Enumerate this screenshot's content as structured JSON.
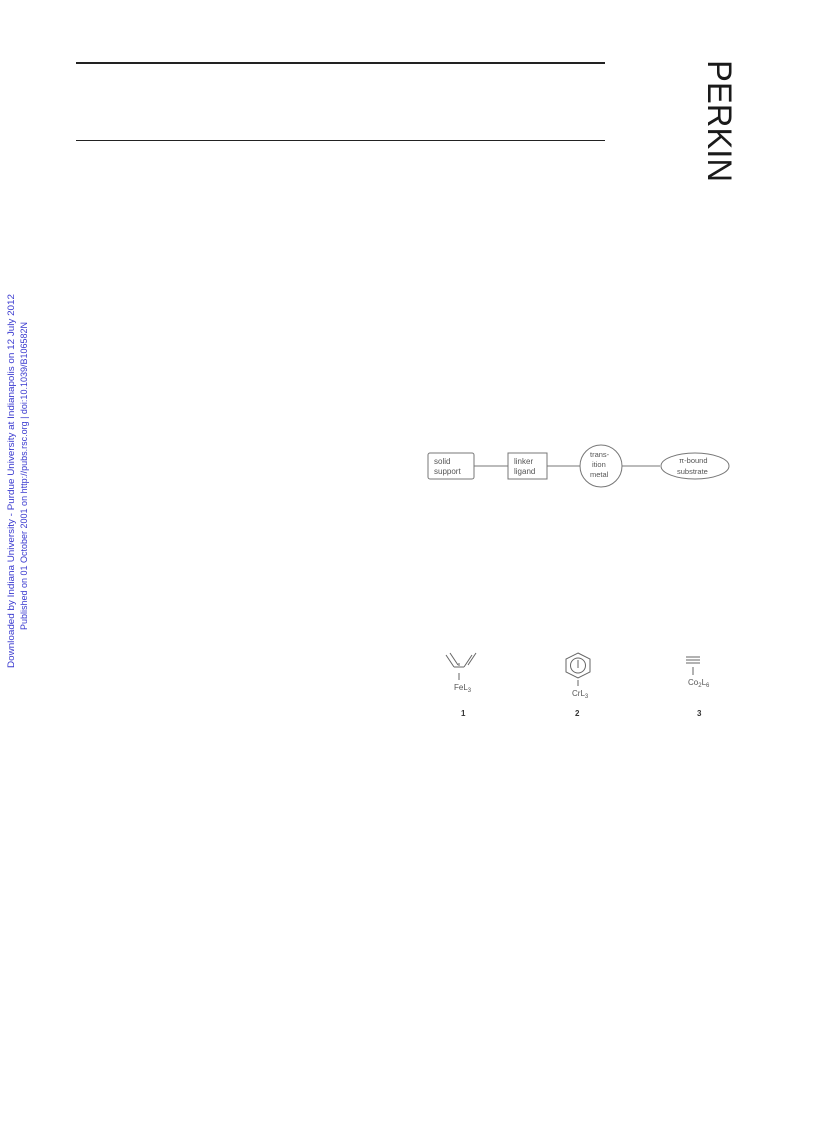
{
  "header": {
    "journal_name": "PERKIN"
  },
  "side_note": {
    "line1": "Downloaded by Indiana University - Purdue University at Indianapolis on 12 July 2012",
    "line2": "Published on 01 October 2001 on http://pubs.rsc.org | doi:10.1039/B106582N"
  },
  "scheme": {
    "solid_support": [
      "solid",
      "support"
    ],
    "linker_ligand": [
      "linker",
      "ligand"
    ],
    "transition_metal": [
      "trans-",
      "ition",
      "metal"
    ],
    "substrate": [
      "π-bound",
      "substrate"
    ]
  },
  "structures": {
    "compound1": {
      "metal": "FeL",
      "sub": "3",
      "number": "1"
    },
    "compound2": {
      "metal": "CrL",
      "sub": "3",
      "number": "2"
    },
    "compound3": {
      "metal": "Co",
      "sub1": "2",
      "mid": "L",
      "sub2": "6",
      "number": "3"
    }
  },
  "colors": {
    "side_note": "#3a3acf",
    "rule": "#222222",
    "scheme_stroke": "#777777",
    "scheme_text": "#555555"
  }
}
